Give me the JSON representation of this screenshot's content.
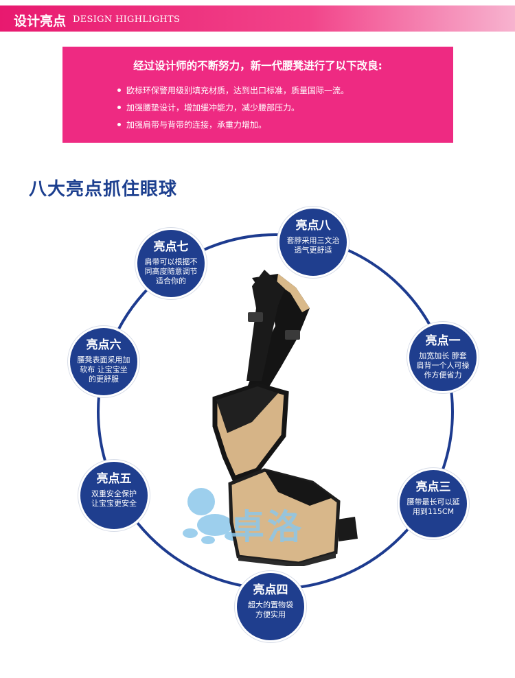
{
  "header": {
    "title": "设计亮点",
    "subtitle": "DESIGN HIGHLIGHTS"
  },
  "intro": {
    "heading": "经过设计师的不断努力，新一代腰凳进行了以下改良:",
    "bullets": [
      "欧标环保警用级别填充材质，达到出口标准，质量国际一流。",
      "加强腰垫设计，增加缓冲能力，减少腰部压力。",
      "加强肩带与背带的连接，承重力增加。"
    ]
  },
  "section_title": "八大亮点抓住眼球",
  "highlights": {
    "h8": {
      "title": "亮点八",
      "lines": [
        "套脖采用三文治",
        "透气更舒适"
      ]
    },
    "h7": {
      "title": "亮点七",
      "lines": [
        "肩带可以根据不",
        "同高度随意调节",
        "适合你的"
      ]
    },
    "h6": {
      "title": "亮点六",
      "lines": [
        "腰凳表面采用加",
        "软布 让宝宝坐",
        "的更舒服"
      ]
    },
    "h1": {
      "title": "亮点一",
      "lines": [
        "加宽加长 脖套",
        "肩背一个人可操",
        "作方便省力"
      ]
    },
    "h5": {
      "title": "亮点五",
      "lines": [
        "双重安全保护",
        "让宝宝更安全"
      ]
    },
    "h3": {
      "title": "亮点三",
      "lines": [
        "腰带最长可以延",
        "用到115CM"
      ]
    },
    "h4": {
      "title": "亮点四",
      "lines": [
        "超大的置物袋",
        "方便实用"
      ]
    }
  },
  "watermark": {
    "brand": "卓洛"
  },
  "colors": {
    "pink": "#ee2a82",
    "navy": "#1f3e8e",
    "watermark": "#8cc7ea"
  }
}
